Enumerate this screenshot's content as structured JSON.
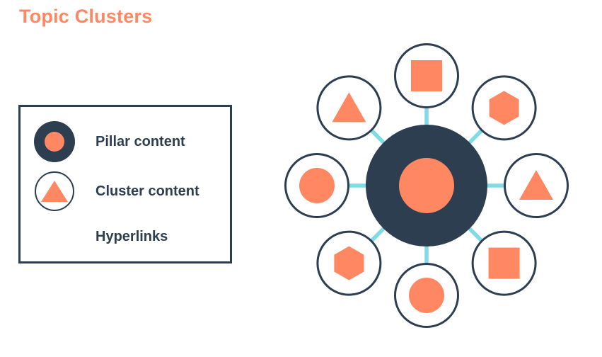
{
  "title": "Topic Clusters",
  "colors": {
    "orange": "#ff8862",
    "navy": "#2d3e50",
    "teal": "#7fdbe6",
    "background": "#ffffff"
  },
  "legend": {
    "items": [
      {
        "icon": "pillar-content-icon",
        "label": "Pillar content"
      },
      {
        "icon": "cluster-content-icon",
        "label": "Cluster content"
      },
      {
        "icon": "hyperlink-icon",
        "label": "Hyperlinks"
      }
    ]
  },
  "diagram": {
    "hub": {
      "role": "pillar-content",
      "shape": "circle"
    },
    "link_style": "hyperlink",
    "satellites": [
      {
        "position": "top",
        "shape": "square"
      },
      {
        "position": "top-right",
        "shape": "hexagon"
      },
      {
        "position": "right",
        "shape": "triangle"
      },
      {
        "position": "bottom-right",
        "shape": "square"
      },
      {
        "position": "bottom",
        "shape": "circle"
      },
      {
        "position": "bottom-left",
        "shape": "hexagon"
      },
      {
        "position": "left",
        "shape": "circle"
      },
      {
        "position": "top-left",
        "shape": "triangle"
      }
    ]
  }
}
